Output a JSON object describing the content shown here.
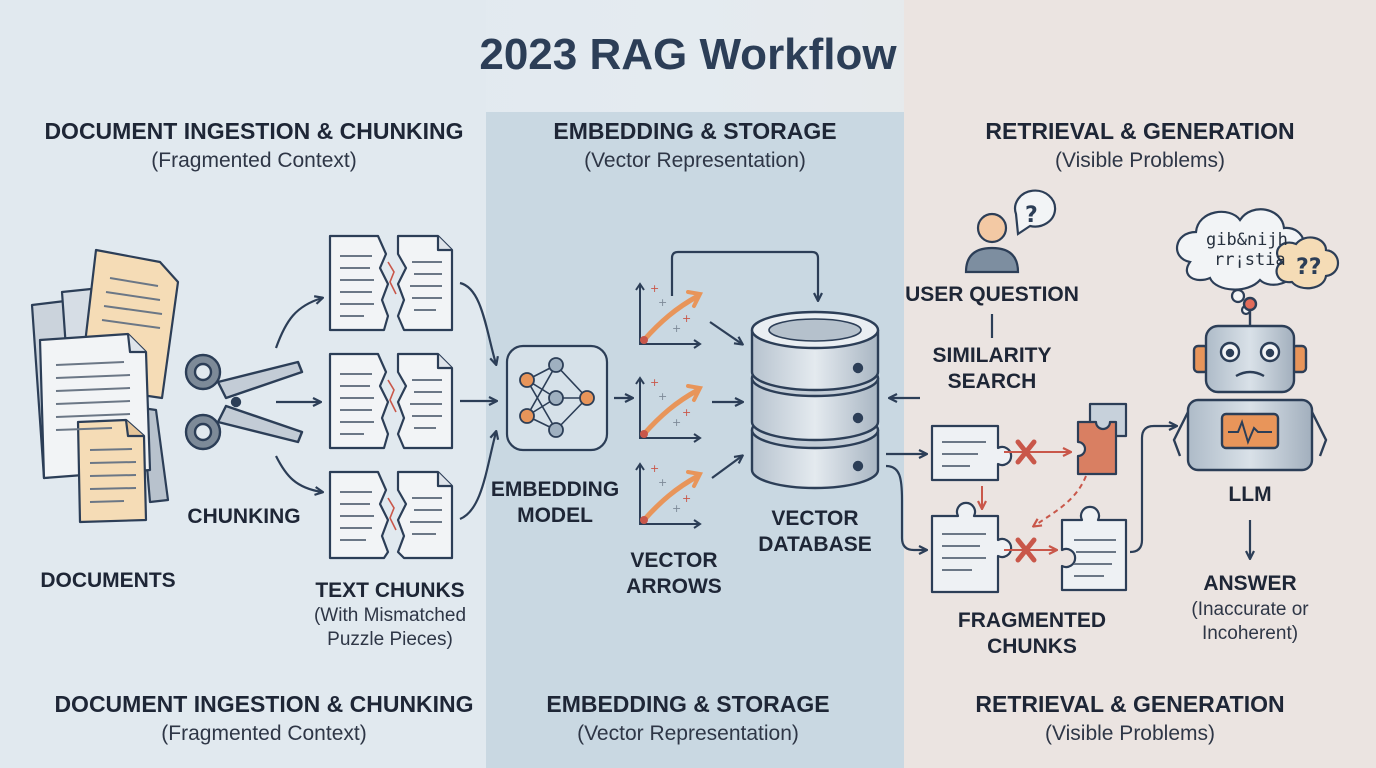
{
  "title": "2023 RAG Workflow",
  "sections": [
    {
      "header": "DOCUMENT INGESTION & CHUNKING",
      "sub": "(Fragmented Context)"
    },
    {
      "header": "EMBEDDING & STORAGE",
      "sub": "(Vector Representation)"
    },
    {
      "header": "RETRIEVAL & GENERATION",
      "sub": "(Visible Problems)"
    }
  ],
  "footer_sections": [
    {
      "header": "DOCUMENT INGESTION & CHUNKING",
      "sub": "(Fragmented Context)"
    },
    {
      "header": "EMBEDDING & STORAGE",
      "sub": "(Vector Representation)"
    },
    {
      "header": "RETRIEVAL & GENERATION",
      "sub": "(Visible Problems)"
    }
  ],
  "labels": {
    "documents": "DOCUMENTS",
    "chunking": "CHUNKING",
    "text_chunks": "TEXT CHUNKS",
    "text_chunks_sub_1": "(With Mismatched",
    "text_chunks_sub_2": "Puzzle Pieces)",
    "embedding_model_1": "EMBEDDING",
    "embedding_model_2": "MODEL",
    "vector_arrows_1": "VECTOR",
    "vector_arrows_2": "ARROWS",
    "vector_db_1": "VECTOR",
    "vector_db_2": "DATABASE",
    "user_question": "USER QUESTION",
    "similarity_1": "SIMILARITY",
    "similarity_2": "SEARCH",
    "fragmented_1": "FRAGMENTED",
    "fragmented_2": "CHUNKS",
    "llm": "LLM",
    "answer": "ANSWER",
    "answer_sub_1": "(Inaccurate or",
    "answer_sub_2": "Incoherent)",
    "gibberish_1": "gib&nijh",
    "gibberish_2": "rr¡stia",
    "confused_marks": "??",
    "question_mark": "?"
  },
  "colors": {
    "accent_red": "#c9574a",
    "accent_orange": "#e8955a",
    "paper_tan": "#f5dcb6",
    "stroke": "#2c3e57"
  }
}
